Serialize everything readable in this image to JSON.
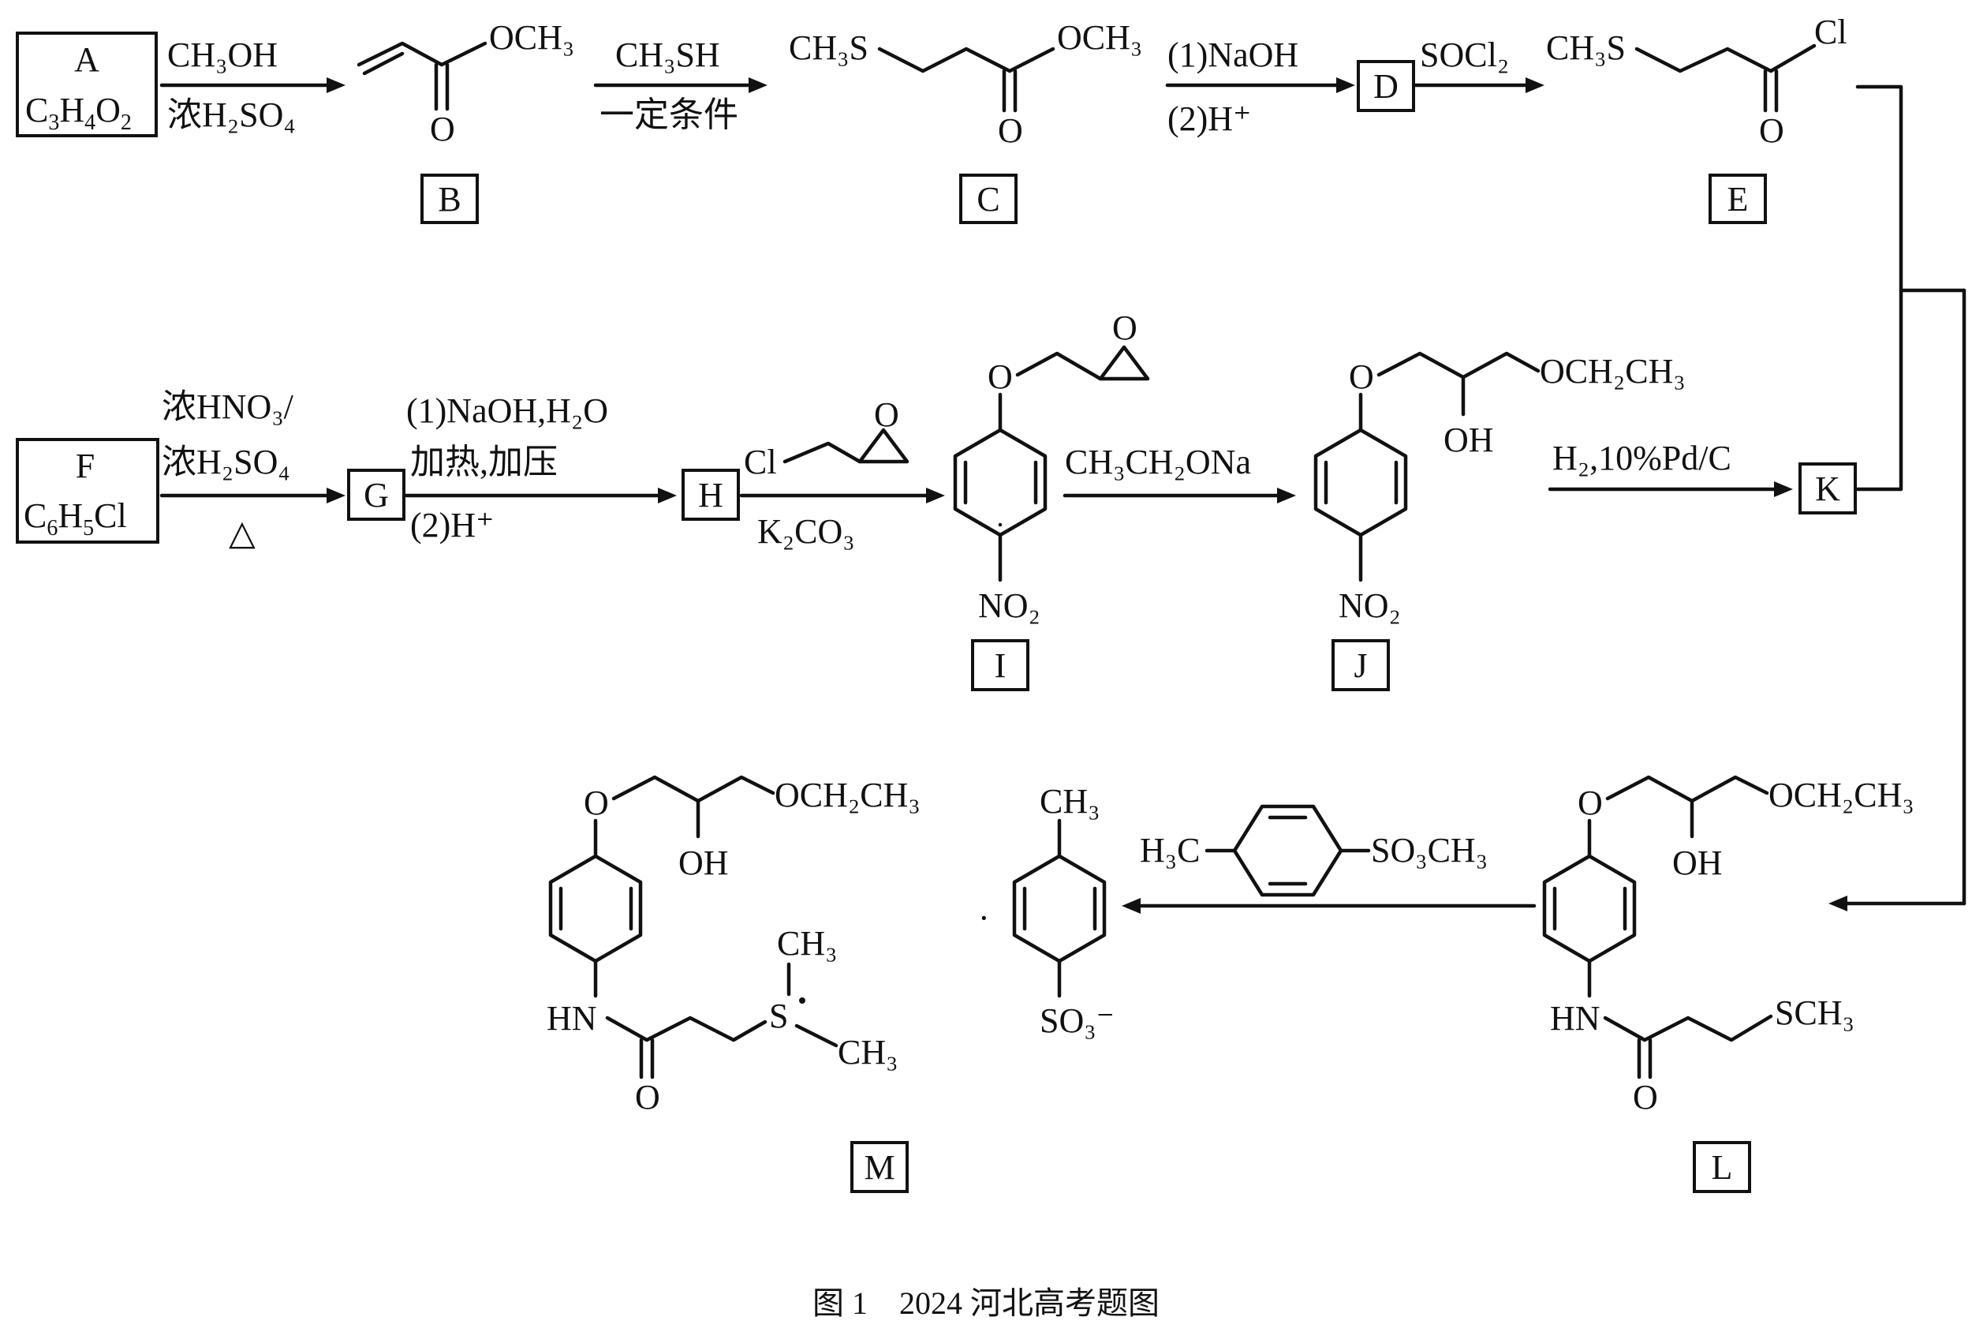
{
  "caption": "图 1　2024 河北高考题图",
  "compounds": {
    "A": {
      "label": "A",
      "formula_parts": [
        "C",
        "3",
        "H",
        "4",
        "O",
        "2"
      ]
    },
    "B": {
      "label": "B"
    },
    "C": {
      "label": "C"
    },
    "D": {
      "label": "D"
    },
    "E": {
      "label": "E"
    },
    "F": {
      "label": "F",
      "formula_parts": [
        "C",
        "6",
        "H",
        "5",
        "Cl"
      ]
    },
    "G": {
      "label": "G"
    },
    "H": {
      "label": "H"
    },
    "I": {
      "label": "I"
    },
    "J": {
      "label": "J"
    },
    "K": {
      "label": "K"
    },
    "L": {
      "label": "L"
    },
    "M": {
      "label": "M"
    }
  },
  "reagents": {
    "a_to_b_top": "CH₃OH",
    "a_to_b_bottom": "浓H₂SO₄",
    "b_to_c_top": "CH₃SH",
    "b_to_c_bottom": "一定条件",
    "c_to_d_top": "(1)NaOH",
    "c_to_d_bottom": "(2)H⁺",
    "d_to_e_top": "SOCl₂",
    "f_to_g_top1": "浓HNO₃/",
    "f_to_g_top2": "浓H₂SO₄",
    "f_to_g_bottom": "△",
    "g_to_h_top1": "(1)NaOH,H₂O",
    "g_to_h_top2": "加热,加压",
    "g_to_h_bottom": "(2)H⁺",
    "h_to_i_top": "Cl",
    "h_to_i_bottom": "K₂CO₃",
    "i_to_j_top": "CH₃CH₂ONa",
    "j_to_k_top": "H₂,10%Pd/C",
    "l_to_m_top_left": "H₃C",
    "l_to_m_top_right": "SO₃CH₃"
  },
  "structure_text": {
    "b_och3": "OCH₃",
    "b_o": "O",
    "c_ch3s": "CH₃S",
    "c_och3": "OCH₃",
    "c_o": "O",
    "e_ch3s": "CH₃S",
    "e_cl": "Cl",
    "e_o": "O",
    "i_o_ether": "O",
    "i_o_epoxide": "O",
    "i_no2": "NO₂",
    "j_o_ether": "O",
    "j_oet": "OCH₂CH₃",
    "j_oh": "OH",
    "j_no2": "NO₂",
    "l_o_ether": "O",
    "l_oet": "OCH₂CH₃",
    "l_oh": "OH",
    "l_hn": "HN",
    "l_o_amide": "O",
    "l_sch3": "SCH₃",
    "m_o_ether": "O",
    "m_oet": "OCH₂CH₃",
    "m_oh": "OH",
    "m_hn": "HN",
    "m_o_amide": "O",
    "m_s": "S",
    "m_ch3_top": "CH₃",
    "m_ch3_bottom": "CH₃",
    "m_dot": "·",
    "tos_ch3": "CH₃",
    "tos_so3": "SO₃⁻",
    "h_epoxide_o": "O"
  }
}
